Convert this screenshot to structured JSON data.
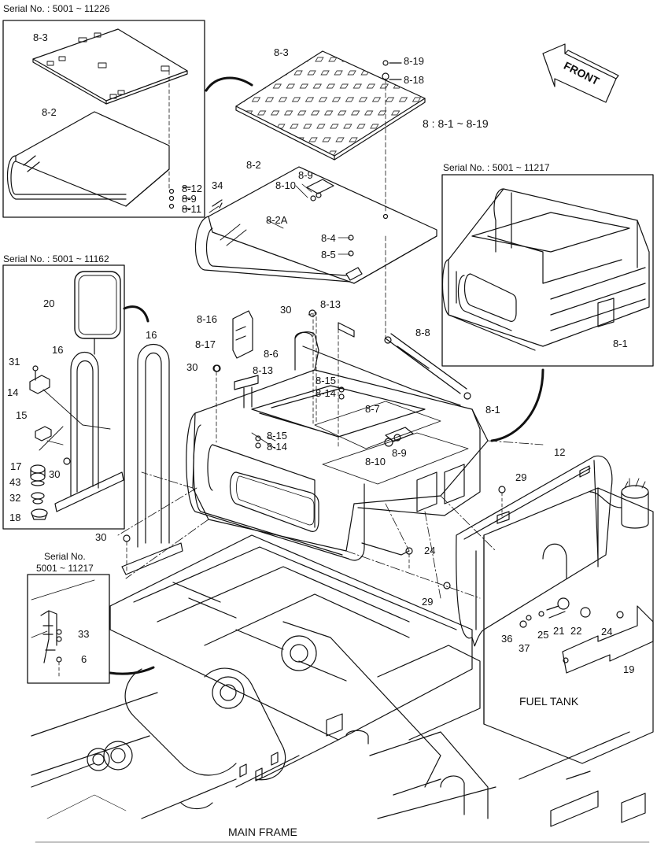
{
  "insets": {
    "top_left": "Serial No. : 5001 ~ 11226",
    "right": "Serial No. : 5001 ~ 11217",
    "left": "Serial No. : 5001 ~ 11162",
    "bottom_line1": "Serial No.",
    "bottom_line2": "5001 ~ 11217"
  },
  "kit_note": "8 : 8-1 ~ 8-19",
  "front_arrow": "FRONT",
  "fuel_tank": "FUEL TANK",
  "main_frame": "MAIN FRAME",
  "parts": {
    "p8_3a": "8-3",
    "p8_2a": "8-2",
    "p8_12": "8-12",
    "p8_9a": "8-9",
    "p8_11": "8-11",
    "p8_3b": "8-3",
    "p8_19": "8-19",
    "p8_18": "8-18",
    "p8_2b": "8-2",
    "p8_9b": "8-9",
    "p8_10a": "8-10",
    "p34": "34",
    "p8_2A": "8-2A",
    "p8_4": "8-4",
    "p8_5": "8-5",
    "p20": "20",
    "p16a": "16",
    "p16b": "16",
    "p31": "31",
    "p14": "14",
    "p15": "15",
    "p17": "17",
    "p30a": "30",
    "p43": "43",
    "p32": "32",
    "p18": "18",
    "p30b": "30",
    "p8_16": "8-16",
    "p8_17": "8-17",
    "p30c": "30",
    "p30d": "30",
    "p8_13a": "8-13",
    "p8_6": "8-6",
    "p8_13b": "8-13",
    "p8_15a": "8-15",
    "p8_14a": "8-14",
    "p8_8": "8-8",
    "p8_7": "8-7",
    "p8_1a": "8-1",
    "p8_15b": "8-15",
    "p8_14b": "8-14",
    "p8_9c": "8-9",
    "p8_10b": "8-10",
    "p8_1b": "8-1",
    "p12": "12",
    "p29a": "29",
    "p24a": "24",
    "p29b": "29",
    "p36": "36",
    "p25": "25",
    "p21": "21",
    "p22": "22",
    "p37": "37",
    "p24b": "24",
    "p19": "19",
    "p33": "33",
    "p6": "6"
  }
}
